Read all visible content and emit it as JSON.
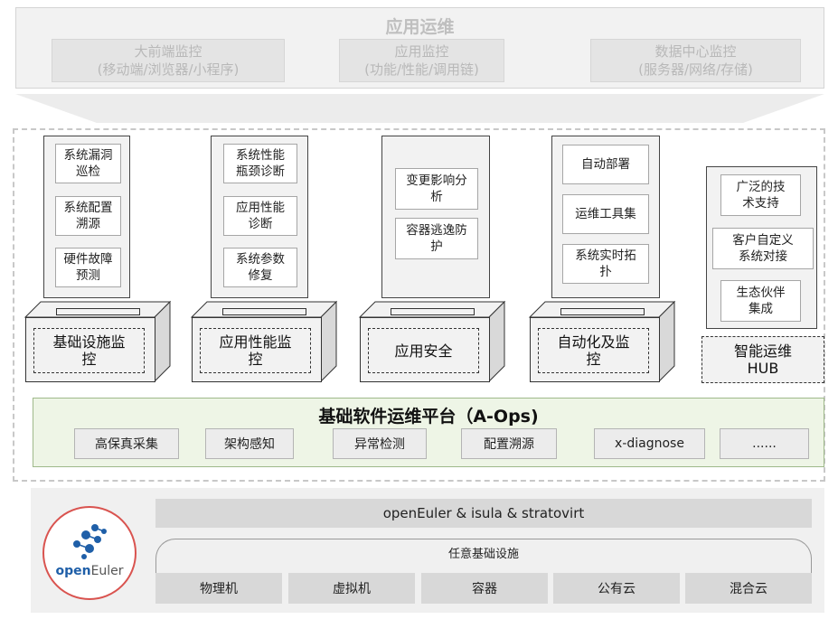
{
  "top": {
    "title": "应用运维",
    "boxes": [
      {
        "line1": "大前端监控",
        "line2": "(移动端/浏览器/小程序)"
      },
      {
        "line1": "应用监控",
        "line2": "(功能/性能/调用链)"
      },
      {
        "line1": "数据中心监控",
        "line2": "(服务器/网络/存储)"
      }
    ]
  },
  "columns": [
    {
      "items": [
        [
          "系统漏洞",
          "巡检"
        ],
        [
          "系统配置",
          "溯源"
        ],
        [
          "硬件故障",
          "预测"
        ]
      ],
      "base": [
        "基础设施监",
        "控"
      ]
    },
    {
      "items": [
        [
          "系统性能",
          "瓶颈诊断"
        ],
        [
          "应用性能",
          "诊断"
        ],
        [
          "系统参数",
          "修复"
        ]
      ],
      "base": [
        "应用性能监",
        "控"
      ]
    },
    {
      "items": [
        [
          "变更影响分",
          "析"
        ],
        [
          "容器逃逸防",
          "护"
        ]
      ],
      "base": [
        "应用安全"
      ]
    },
    {
      "items": [
        [
          "自动部署"
        ],
        [
          "运维工具集"
        ],
        [
          "系统实时拓",
          "扑"
        ]
      ],
      "base": [
        "自动化及监",
        "控"
      ]
    }
  ],
  "hub": {
    "items": [
      [
        "广泛的技",
        "术支持"
      ],
      [
        "客户自定义",
        "系统对接"
      ],
      [
        "生态伙伴",
        "集成"
      ]
    ],
    "label": [
      "智能运维",
      "HUB"
    ]
  },
  "aops": {
    "title": "基础软件运维平台（A-Ops)",
    "modules": [
      "高保真采集",
      "架构感知",
      "异常检测",
      "配置溯源",
      "x-diagnose",
      "......"
    ]
  },
  "bottom": {
    "logo_text_a": "open",
    "logo_text_b": "Euler",
    "os_bar": "openEuler & isula & stratovirt",
    "infra_label": "任意基础设施",
    "infra_items": [
      "物理机",
      "虚拟机",
      "容器",
      "公有云",
      "混合云"
    ]
  },
  "colors": {
    "aops_bg": "#eef5e6",
    "logo_ring": "#d9534f",
    "logo_blue": "#1f5fa8"
  }
}
